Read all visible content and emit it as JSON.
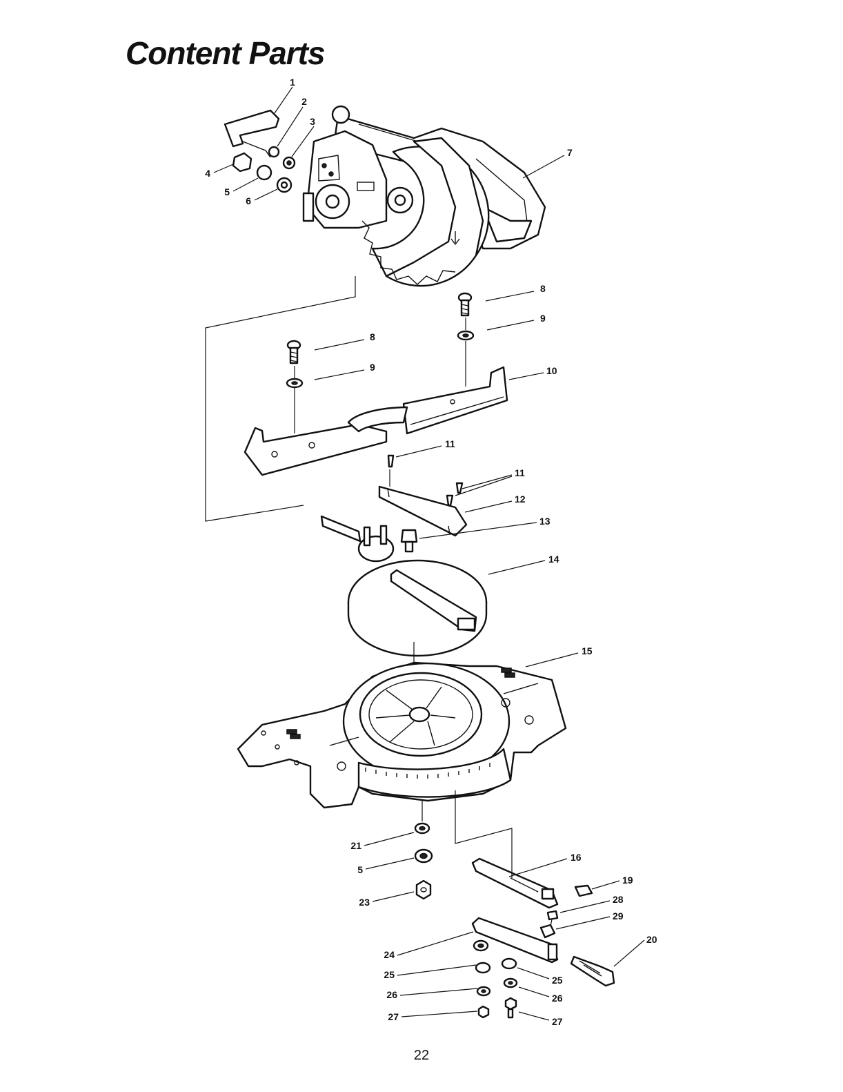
{
  "title": "Content Parts",
  "page_number": "22",
  "callouts": [
    {
      "id": "c1",
      "label": "1"
    },
    {
      "id": "c2",
      "label": "2"
    },
    {
      "id": "c3",
      "label": "3"
    },
    {
      "id": "c4",
      "label": "4"
    },
    {
      "id": "c5",
      "label": "5"
    },
    {
      "id": "c6",
      "label": "6"
    },
    {
      "id": "c7",
      "label": "7"
    },
    {
      "id": "c8a",
      "label": "8"
    },
    {
      "id": "c9a",
      "label": "9"
    },
    {
      "id": "c8b",
      "label": "8"
    },
    {
      "id": "c9b",
      "label": "9"
    },
    {
      "id": "c10",
      "label": "10"
    },
    {
      "id": "c11a",
      "label": "11"
    },
    {
      "id": "c11b",
      "label": "11"
    },
    {
      "id": "c12",
      "label": "12"
    },
    {
      "id": "c13",
      "label": "13"
    },
    {
      "id": "c14",
      "label": "14"
    },
    {
      "id": "c15",
      "label": "15"
    },
    {
      "id": "c16",
      "label": "16"
    },
    {
      "id": "c19",
      "label": "19"
    },
    {
      "id": "c28",
      "label": "28"
    },
    {
      "id": "c29",
      "label": "29"
    },
    {
      "id": "c20",
      "label": "20"
    },
    {
      "id": "c21",
      "label": "21"
    },
    {
      "id": "c5b",
      "label": "5"
    },
    {
      "id": "c23",
      "label": "23"
    },
    {
      "id": "c24",
      "label": "24"
    },
    {
      "id": "c25a",
      "label": "25"
    },
    {
      "id": "c26a",
      "label": "26"
    },
    {
      "id": "c27a",
      "label": "27"
    },
    {
      "id": "c25b",
      "label": "25"
    },
    {
      "id": "c26b",
      "label": "26"
    },
    {
      "id": "c27b",
      "label": "27"
    }
  ]
}
